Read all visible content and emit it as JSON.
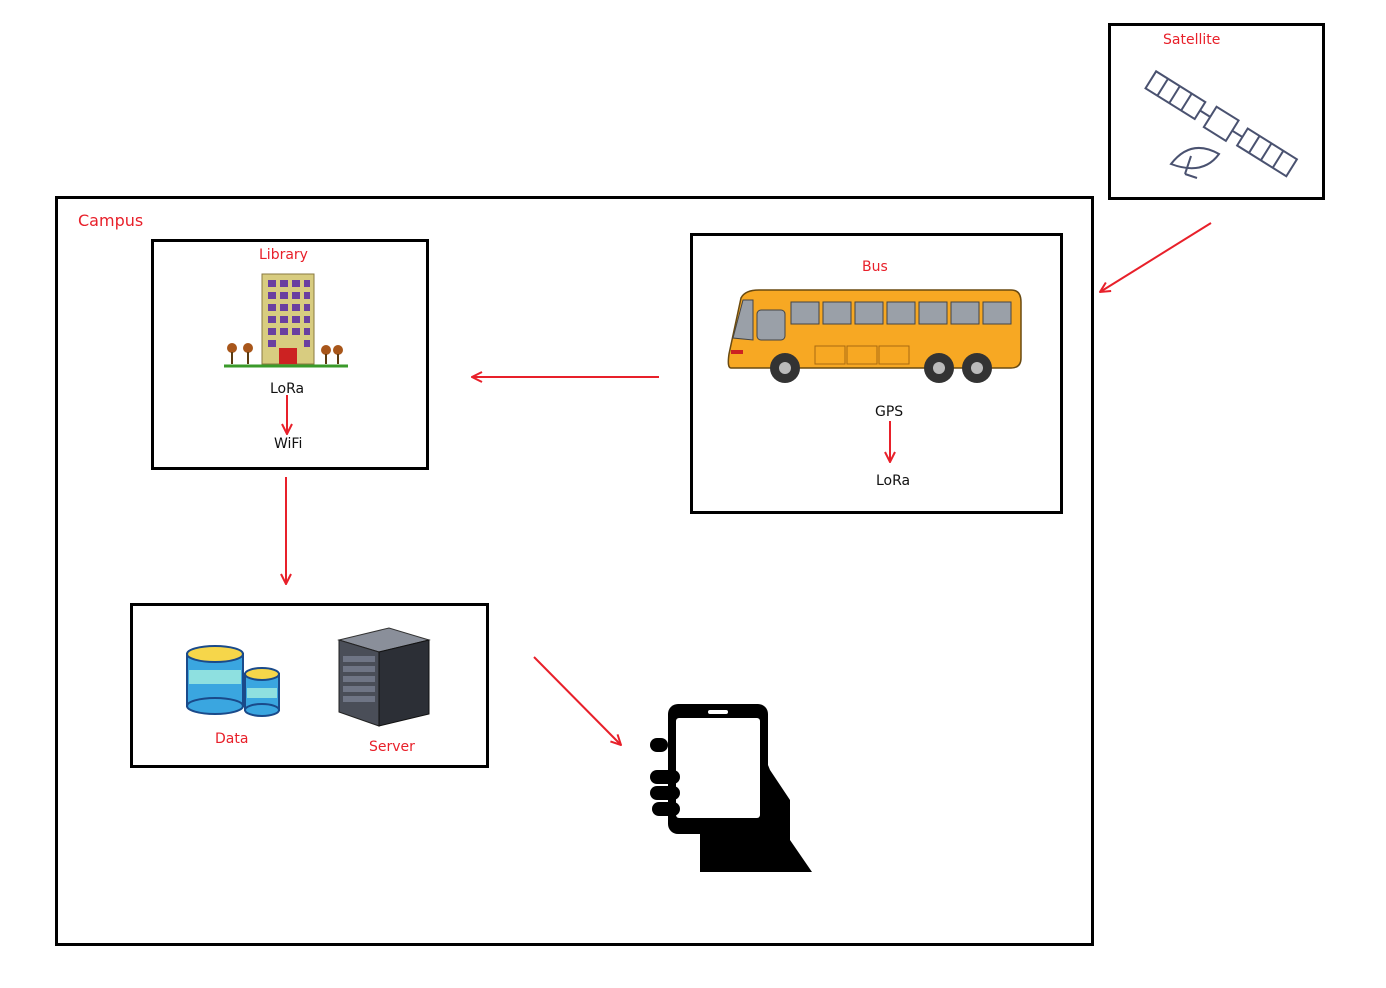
{
  "satellite": {
    "label": "Satellite",
    "icon": "satellite-icon"
  },
  "campus": {
    "label": "Campus"
  },
  "library": {
    "label": "Library",
    "protocol_in": "LoRa",
    "protocol_out": "WiFi",
    "icon": "building-icon"
  },
  "bus": {
    "label": "Bus",
    "protocol_in": "GPS",
    "protocol_out": "LoRa",
    "icon": "bus-icon"
  },
  "backend": {
    "data_label": "Data",
    "server_label": "Server",
    "icons": [
      "database-icon",
      "server-icon"
    ]
  },
  "phone": {
    "icon": "phone-in-hand-icon"
  },
  "colors": {
    "arrow": "#e8202a",
    "label": "#e8202a",
    "border": "#000000",
    "bus": "#f7a823",
    "db": "#3aa6e0",
    "db_top": "#f6d64a"
  }
}
